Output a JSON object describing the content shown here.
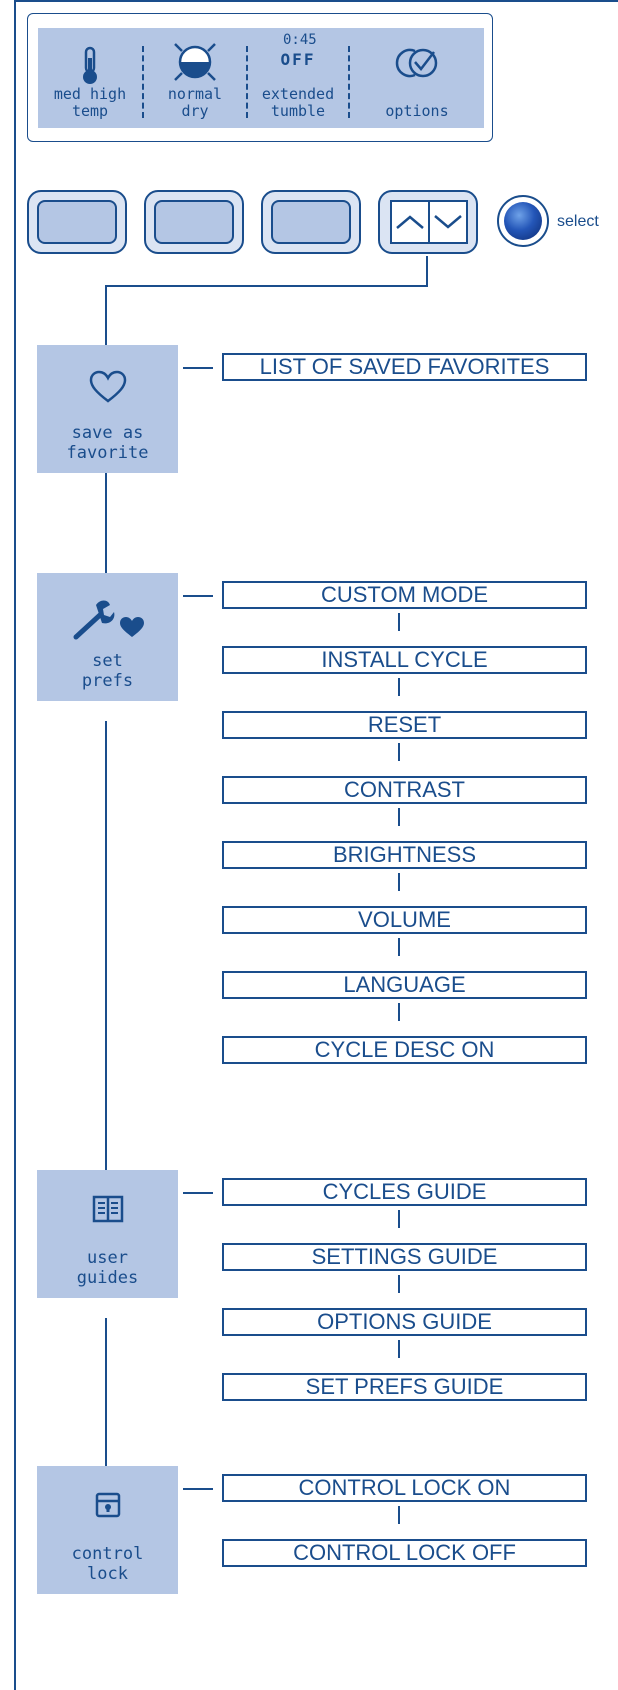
{
  "display": {
    "time": "0:45",
    "columns": [
      {
        "label": "med high\ntemp",
        "icon": "thermometer-icon"
      },
      {
        "label": "normal\ndry",
        "icon": "dryness-icon"
      },
      {
        "label": "extended\ntumble",
        "icon": "off-indicator",
        "value": "OFF"
      },
      {
        "label": "options",
        "icon": "options-check-icon"
      }
    ]
  },
  "controls": {
    "select_label": "select"
  },
  "categories": [
    {
      "label": "save as\nfavorite",
      "icon": "heart-icon"
    },
    {
      "label": "set\nprefs",
      "icon": "wrench-heart-icon"
    },
    {
      "label": "user\nguides",
      "icon": "book-icon"
    },
    {
      "label": "control\nlock",
      "icon": "lock-icon"
    }
  ],
  "menus": {
    "favorite": [
      "LIST OF SAVED FAVORITES"
    ],
    "prefs": [
      "CUSTOM MODE",
      "INSTALL CYCLE",
      "RESET",
      "CONTRAST",
      "BRIGHTNESS",
      "VOLUME",
      "LANGUAGE",
      "CYCLE DESC ON"
    ],
    "guides": [
      "CYCLES GUIDE",
      "SETTINGS GUIDE",
      "OPTIONS GUIDE",
      "SET PREFS GUIDE"
    ],
    "lock": [
      "CONTROL LOCK ON",
      "CONTROL LOCK OFF"
    ]
  },
  "colors": {
    "ink": "#1a4d8c",
    "panel": "#b4c6e4"
  }
}
